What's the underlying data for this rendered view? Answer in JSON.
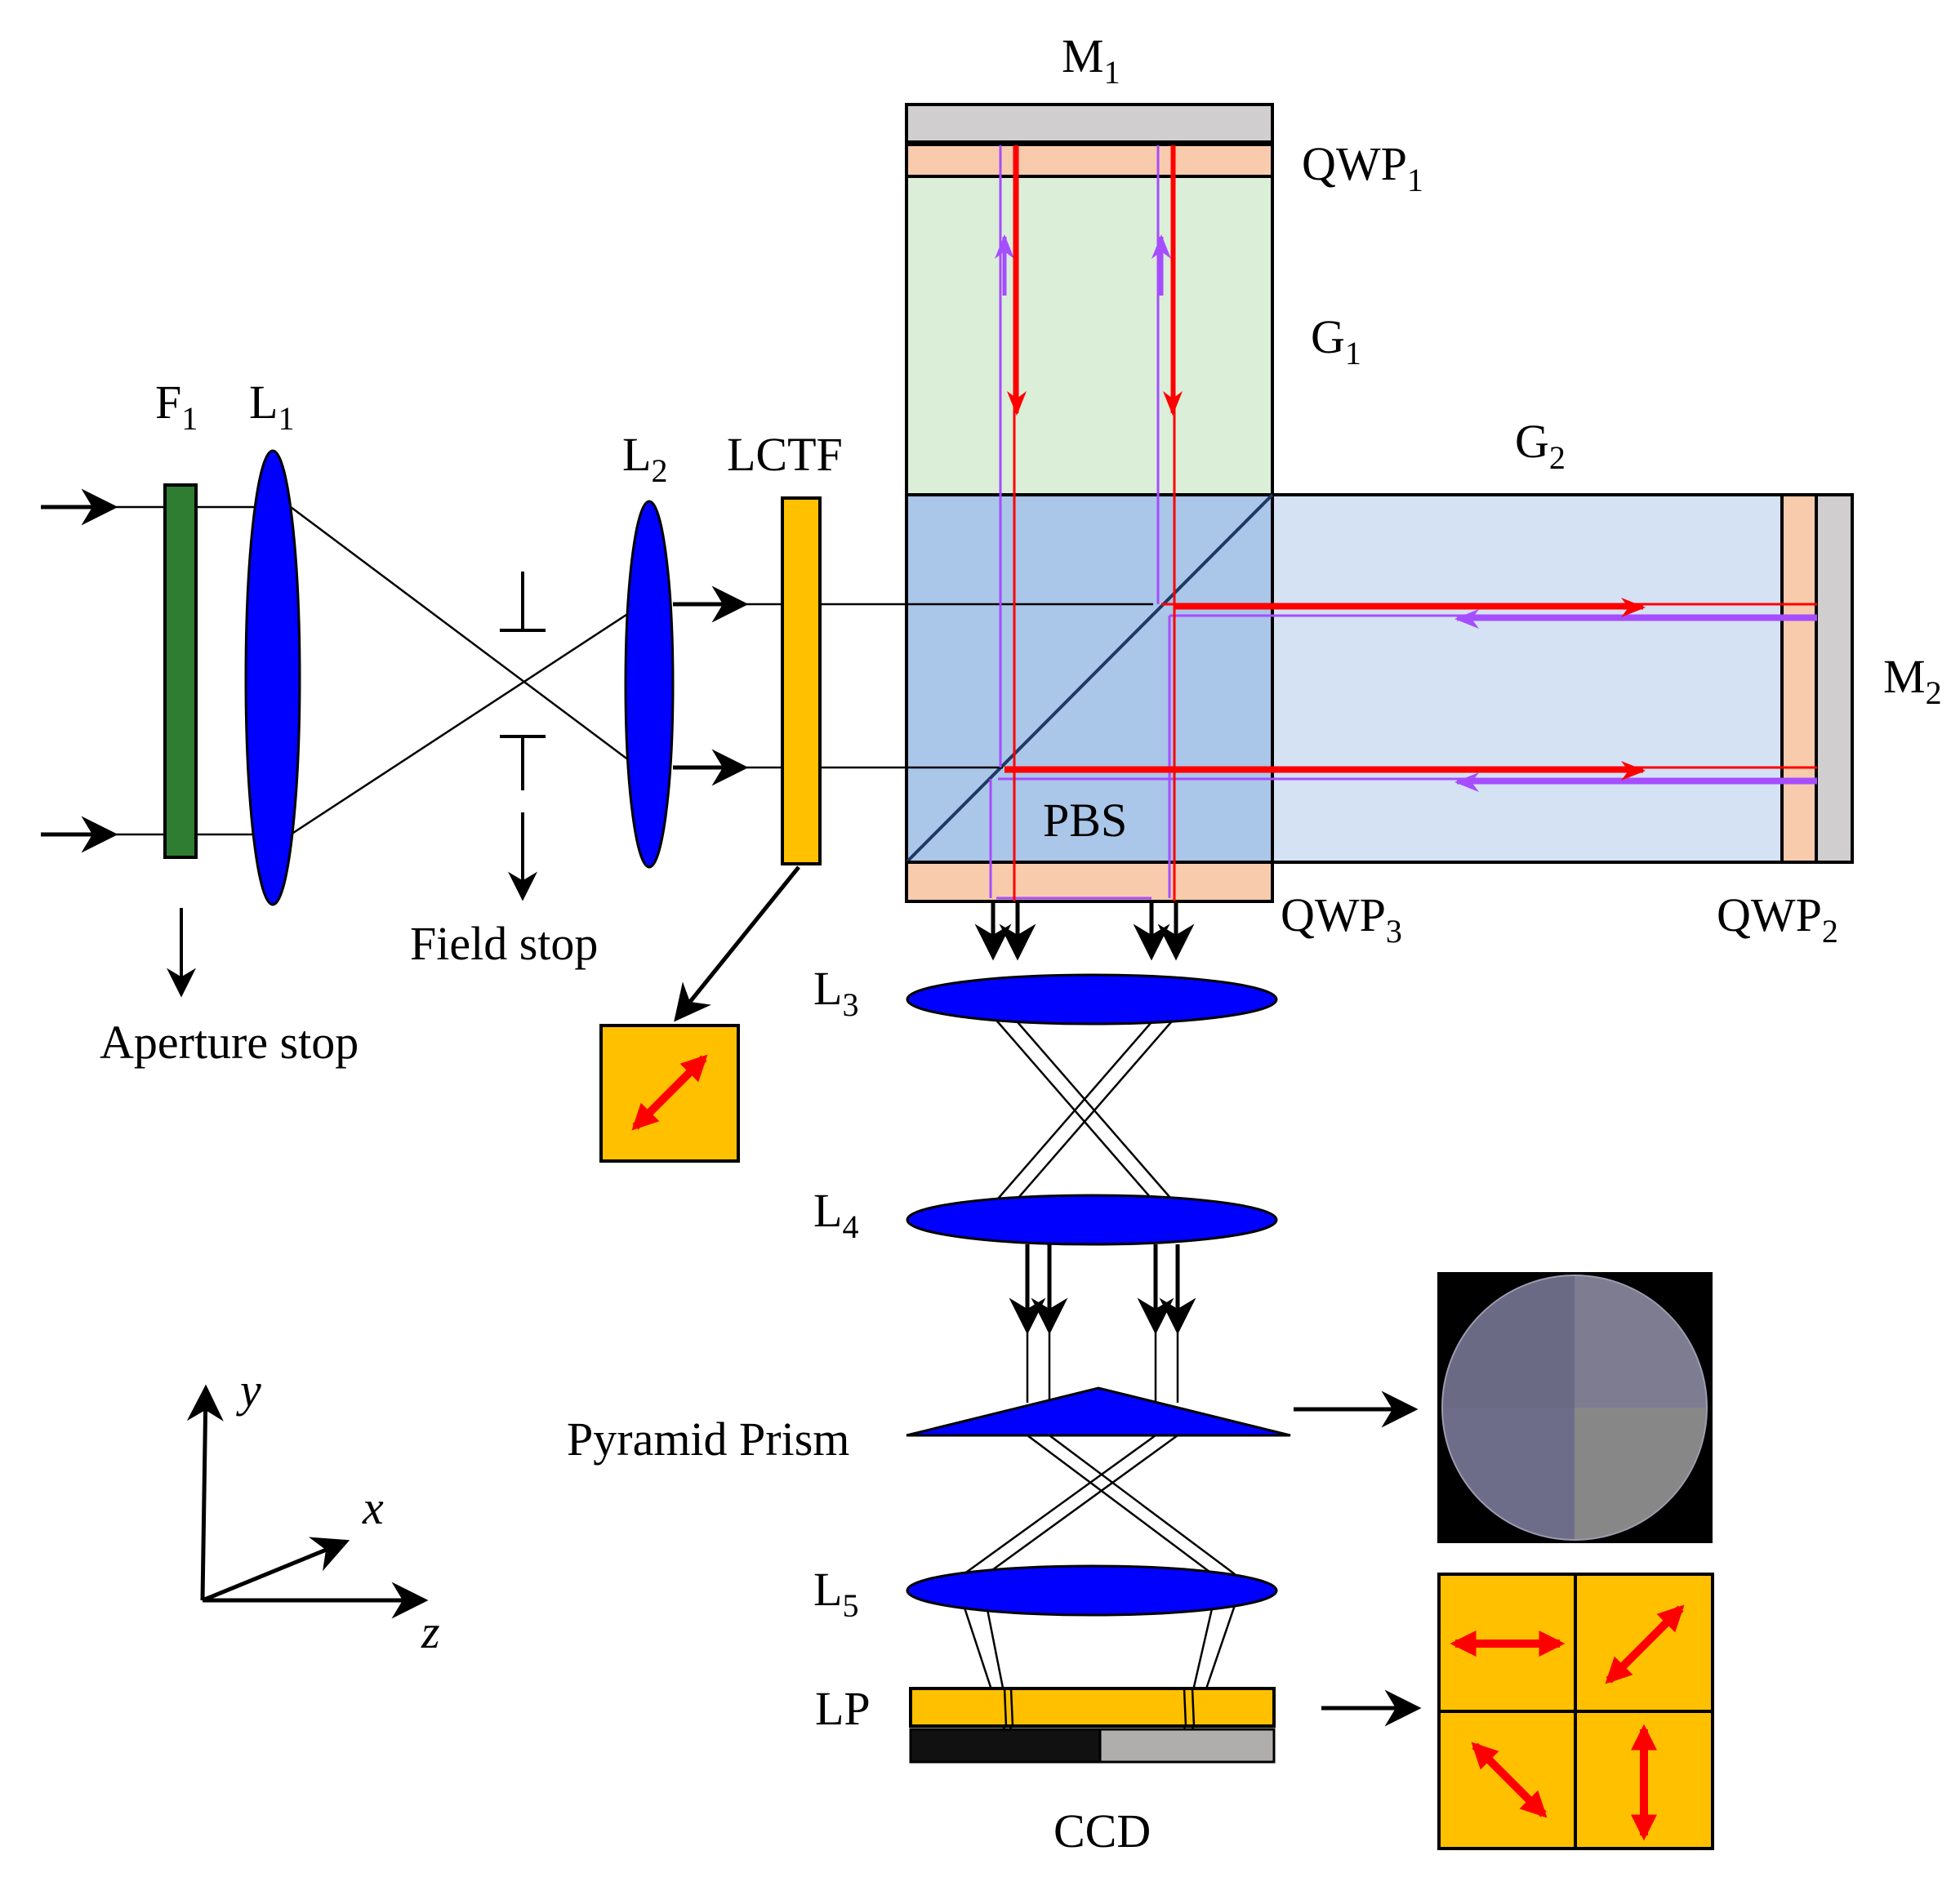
{
  "labels": {
    "F": "F",
    "F_sub": "1",
    "L1": "L",
    "L1_sub": "1",
    "L2": "L",
    "L2_sub": "2",
    "LCTF": "LCTF",
    "M1": "M",
    "M1_sub": "1",
    "QWP1": "QWP",
    "QWP1_sub": "1",
    "G1": "G",
    "G1_sub": "1",
    "G2": "G",
    "G2_sub": "2",
    "M2": "M",
    "M2_sub": "2",
    "PBS": "PBS",
    "QWP3": "QWP",
    "QWP3_sub": "3",
    "QWP2": "QWP",
    "QWP2_sub": "2",
    "L3": "L",
    "L3_sub": "3",
    "L4": "L",
    "L4_sub": "4",
    "L5": "L",
    "L5_sub": "5",
    "pyramid": "Pyramid Prism",
    "LP": "LP",
    "CCD": "CCD",
    "field_stop": "Field stop",
    "aperture_stop": "Aperture stop",
    "axis_y": "y",
    "axis_x": "x",
    "axis_z": "z"
  },
  "colors": {
    "filter_green": "#2e7d32",
    "lens_blue": "#0000ff",
    "lctf_orange": "#ffc000",
    "mirror_gray": "#d0cece",
    "qwp_peach": "#f8cbad",
    "glass_green": "#dbeed8",
    "pbs_blue": "#aac6e8",
    "glass_blue": "#d4e2f4",
    "ray_red": "#ff0000",
    "ray_purple": "#a64dff",
    "ccd_black": "#111111",
    "ccd_gray": "#b0adad"
  }
}
